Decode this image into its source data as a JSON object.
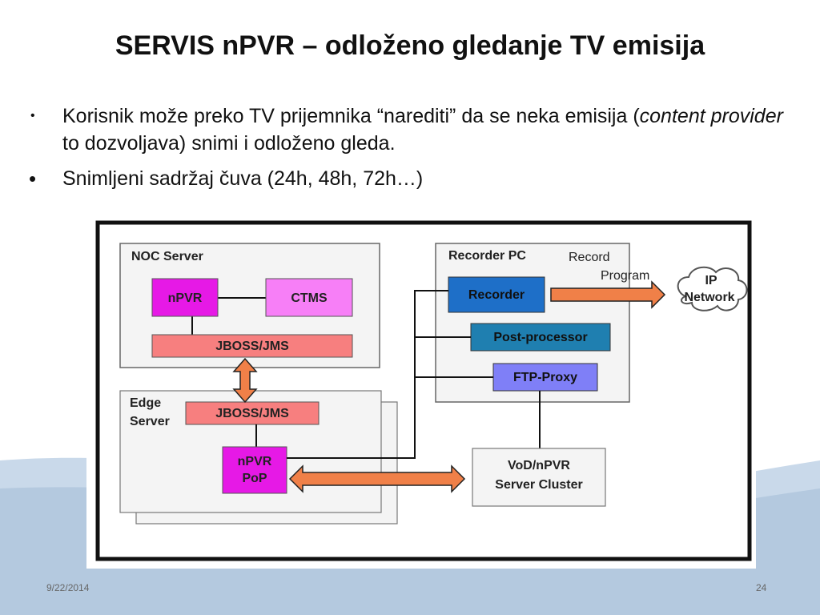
{
  "slide": {
    "title": "SERVIS nPVR – odloženo gledanje TV emisija",
    "bullets": [
      {
        "pre": "Korisnik može preko TV prijemnika “narediti” da se neka emisija (",
        "em": "content provider",
        "post": " to dozvoljava) snimi i odloženo gleda."
      },
      {
        "text": "Snimljeni sadržaj čuva (24h, 48h, 72h…)"
      }
    ],
    "date": "9/22/2014",
    "page": "24"
  },
  "diagram": {
    "noc_server": "NOC Server",
    "npvr": "nPVR",
    "ctms": "CTMS",
    "jboss_noc": "JBOSS/JMS",
    "edge_line1": "Edge",
    "edge_line2": "Server",
    "jboss_edge": "JBOSS/JMS",
    "pop_line1": "nPVR",
    "pop_line2": "PoP",
    "recorder_pc": "Recorder PC",
    "recorder": "Recorder",
    "post_processor": "Post-processor",
    "ftp_proxy": "FTP-Proxy",
    "record_line1": "Record",
    "record_line2": "Program",
    "ip_line1": "IP",
    "ip_line2": "Network",
    "vod_line1": "VoD/nPVR",
    "vod_line2": "Server Cluster",
    "colors": {
      "magenta": "#e619e6",
      "pink_light": "#f77ff7",
      "salmon": "#f77f7f",
      "blue": "#1e6fc8",
      "teal": "#1f7fb0",
      "violet": "#7f7ff7",
      "orange": "#f08048"
    }
  }
}
